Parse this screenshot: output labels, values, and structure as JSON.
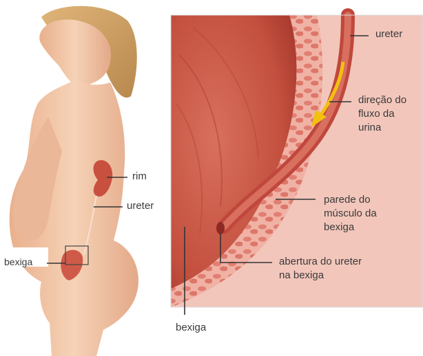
{
  "labels": {
    "rim": "rim",
    "ureter_left": "ureter",
    "bexiga_left": "bexiga",
    "ureter_right": "ureter",
    "direcao": "direção do\nfluxo da\nurina",
    "parede": "parede do\nmúsculo da\nbexiga",
    "abertura": "abertura do ureter\nna bexiga",
    "bexiga_bottom": "bexiga"
  },
  "colors": {
    "skin": "#f2c6a6",
    "skin_shadow": "#d9a383",
    "hair": "#c99a5c",
    "bladder_inner": "#cf5a4a",
    "muscle_wall": "#e58f82",
    "ureter": "#c95548",
    "flow_arrow": "#f2c10f",
    "leader_line": "#333333"
  },
  "icons": [
    "flow-direction-arrow-icon"
  ]
}
